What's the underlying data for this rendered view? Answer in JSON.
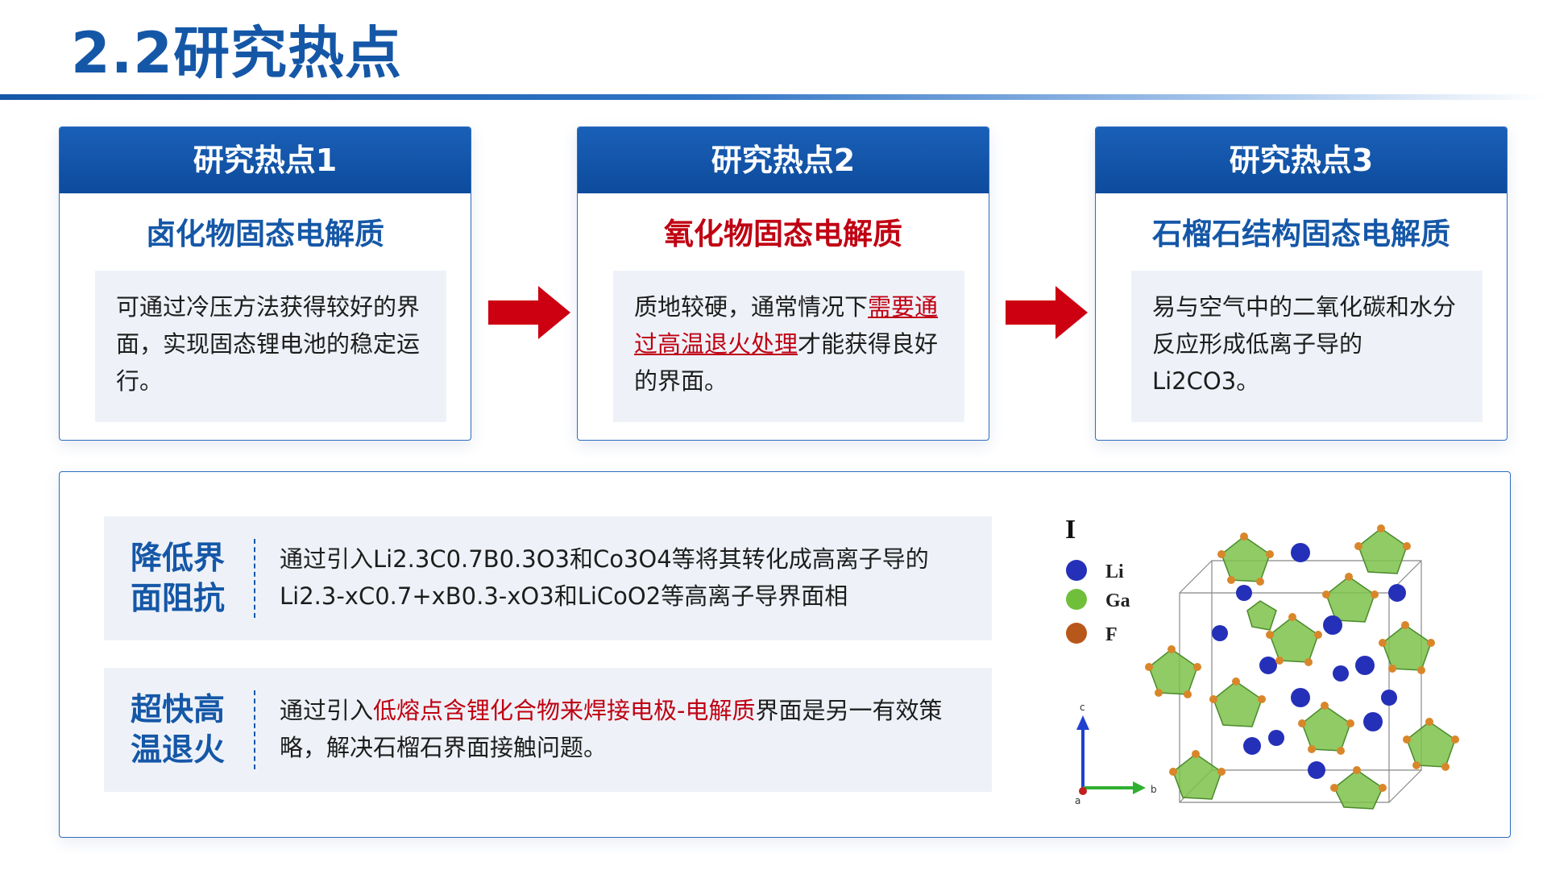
{
  "page": {
    "title": "2.2研究热点"
  },
  "cards": [
    {
      "header": "研究热点1",
      "subtitle": "卤化物固态电解质",
      "text": "可通过冷压方法获得较好的界面，实现固态锂电池的稳定运行。"
    },
    {
      "header": "研究热点2",
      "subtitle": "氧化物固态电解质",
      "text_before": "质地较硬，通常情况下",
      "text_highlight": "需要通过高温退火处理",
      "text_after": "才能获得良好的界面。"
    },
    {
      "header": "研究热点3",
      "subtitle": "石榴石结构固态电解质",
      "text": "易与空气中的二氧化碳和水分反应形成低离子导的Li2CO3。"
    }
  ],
  "methods": [
    {
      "label": "降低界面阻抗",
      "text": "通过引入Li2.3C0.7B0.3O3和Co3O4等将其转化成高离子导的Li2.3-xC0.7+xB0.3-xO3和LiCoO2等高离子导界面相"
    },
    {
      "label": "超快高温退火",
      "text_before": "通过引入",
      "text_highlight": "低熔点含锂化合物来焊接电极-电解质",
      "text_after": "界面是另一有效策略，解决石榴石界面接触问题。"
    }
  ],
  "structure_figure": {
    "panel_mark": "I",
    "legend": [
      {
        "label": "Li",
        "color": "#2430b8"
      },
      {
        "label": "Ga",
        "color": "#6fbf3a"
      },
      {
        "label": "F",
        "color": "#b8571a"
      }
    ],
    "axes": {
      "c": "c",
      "b": "b",
      "a": "a"
    }
  },
  "colors": {
    "accent": "#1557a7",
    "highlight": "#c00012",
    "panel": "#eef2f8"
  }
}
